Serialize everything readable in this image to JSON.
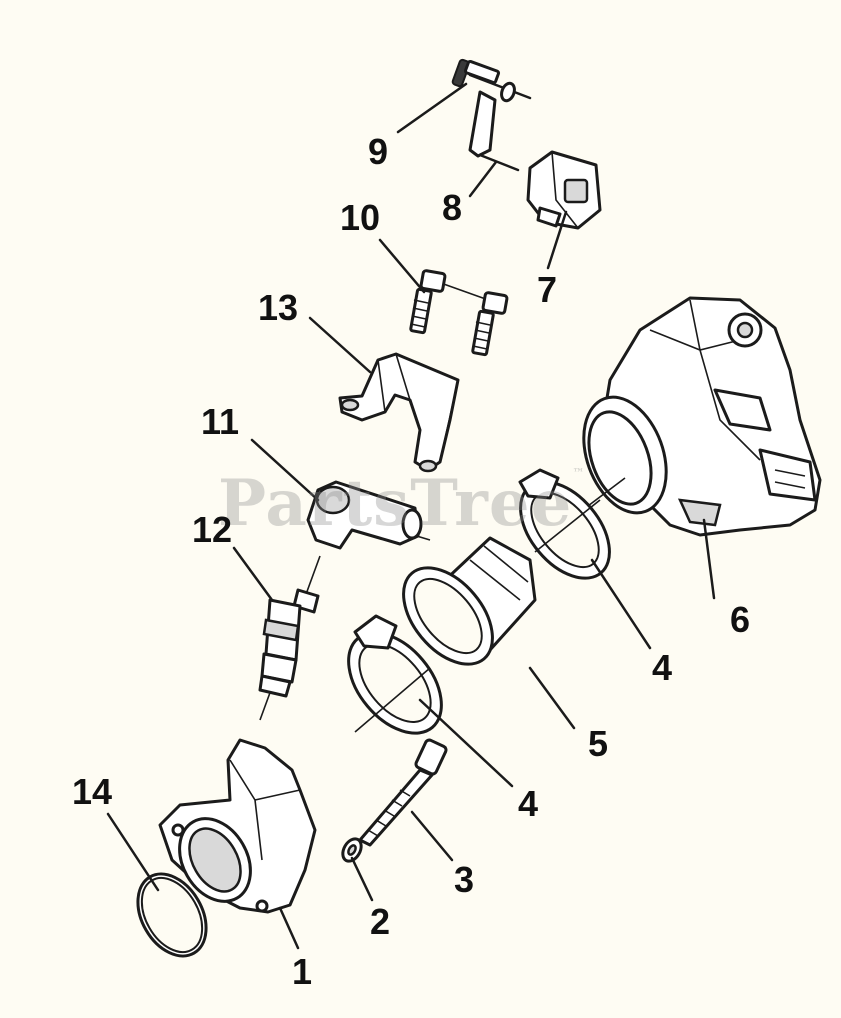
{
  "watermark": {
    "text": "PartsTree",
    "trademark": "™"
  },
  "callouts": [
    {
      "id": "1",
      "text": "1"
    },
    {
      "id": "2",
      "text": "2"
    },
    {
      "id": "3",
      "text": "3"
    },
    {
      "id": "4a",
      "text": "4"
    },
    {
      "id": "4b",
      "text": "4"
    },
    {
      "id": "5",
      "text": "5"
    },
    {
      "id": "6",
      "text": "6"
    },
    {
      "id": "7",
      "text": "7"
    },
    {
      "id": "8",
      "text": "8"
    },
    {
      "id": "9",
      "text": "9"
    },
    {
      "id": "10",
      "text": "10"
    },
    {
      "id": "11",
      "text": "11"
    },
    {
      "id": "12",
      "text": "12"
    },
    {
      "id": "13",
      "text": "13"
    },
    {
      "id": "14",
      "text": "14"
    }
  ]
}
